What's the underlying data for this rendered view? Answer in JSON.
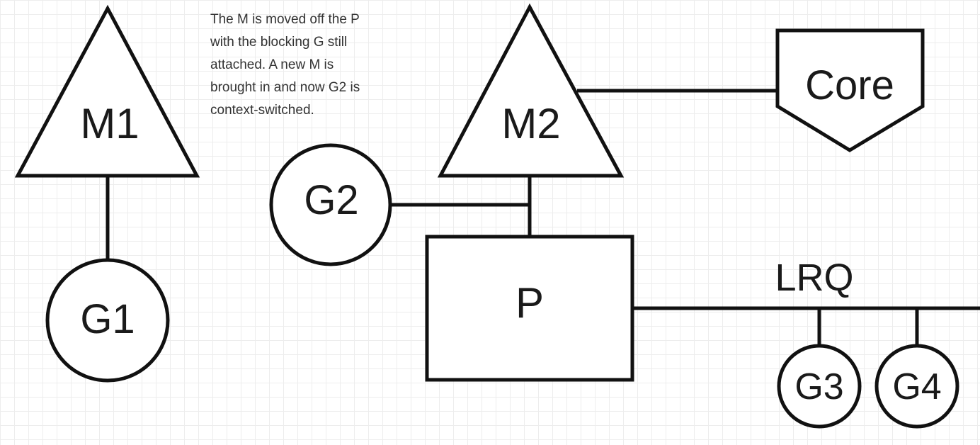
{
  "annotation": {
    "lines": [
      "The M is moved off the P",
      "with the blocking G still",
      "attached. A new M is",
      "brought in and now G2 is",
      "context-switched."
    ]
  },
  "nodes": {
    "m1": "M1",
    "g1": "G1",
    "m2": "M2",
    "g2": "G2",
    "core": "Core",
    "p": "P",
    "lrq": "LRQ",
    "g3": "G3",
    "g4": "G4"
  },
  "colors": {
    "stroke": "#111111",
    "fill": "#ffffff",
    "grid": "#ededed",
    "text": "#1a1a1a"
  }
}
